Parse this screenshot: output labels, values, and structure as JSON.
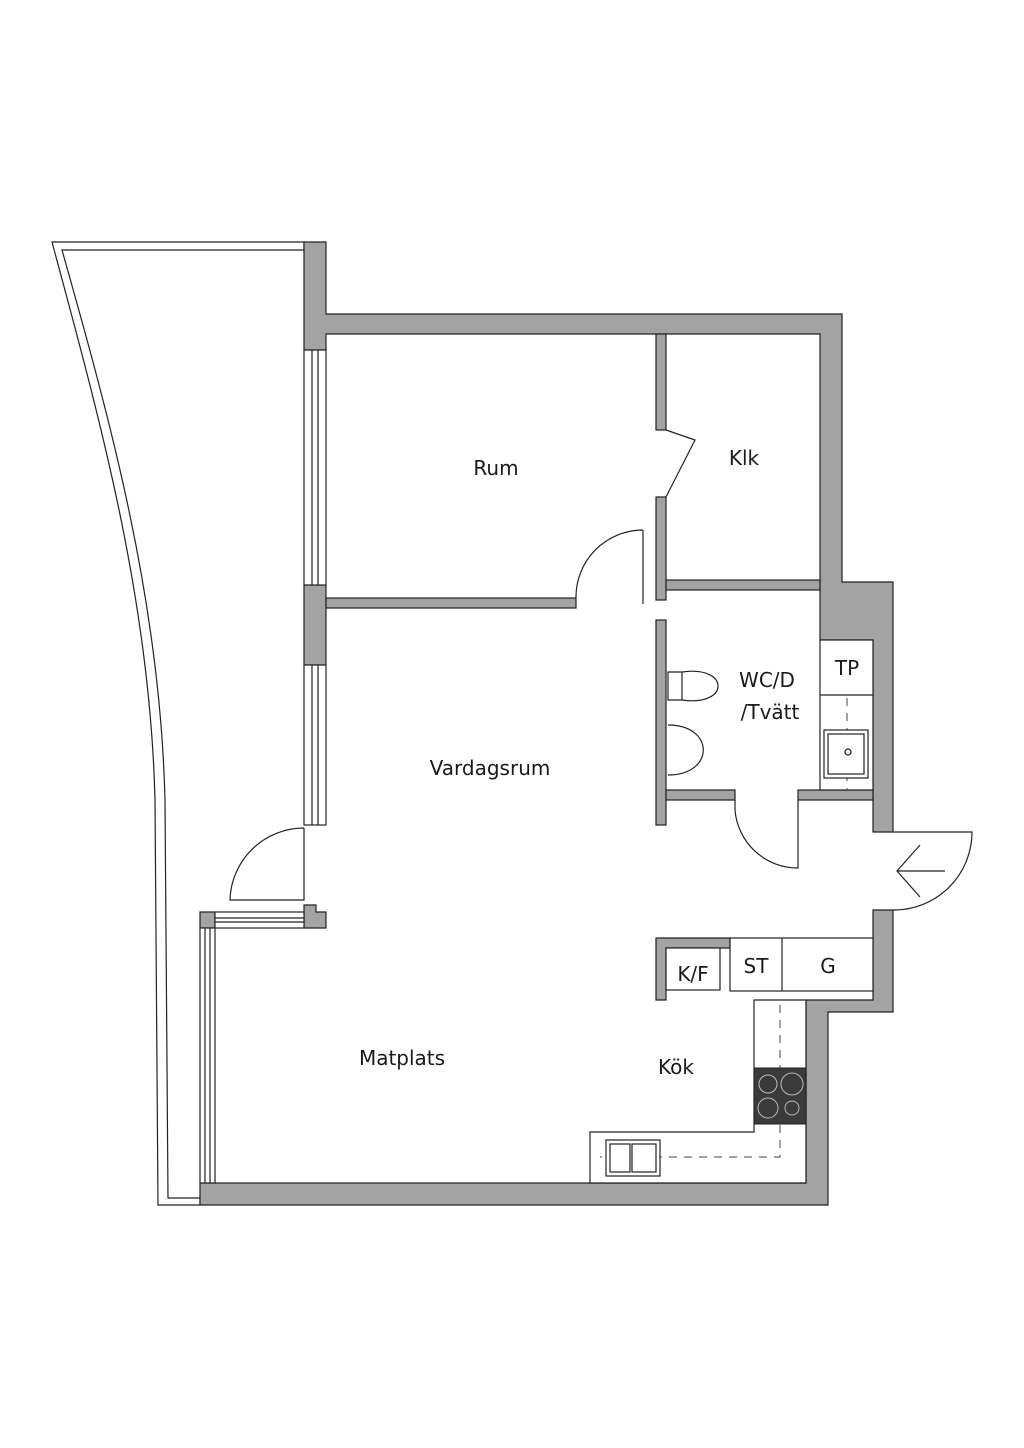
{
  "rooms": {
    "rum": "Rum",
    "klk": "Klk",
    "wc": "WC/D",
    "wc2": "/Tvätt",
    "vardagsrum": "Vardagsrum",
    "matplats": "Matplats",
    "kok": "Kök"
  },
  "fixtures": {
    "tp": "TP",
    "kf": "K/F",
    "st": "ST",
    "g": "G"
  },
  "colors": {
    "wall": "#a3a3a3",
    "line": "#222222"
  }
}
